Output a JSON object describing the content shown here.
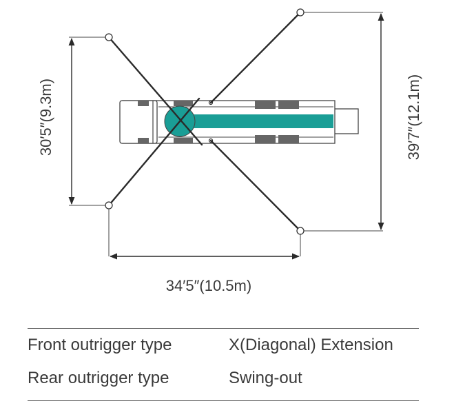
{
  "dimensions": {
    "vertical_left": "30′5″(9.3m)",
    "vertical_right": "39′7″(12.1m)",
    "horizontal": "34′5″(10.5m)"
  },
  "specs": [
    {
      "label": "Front outrigger type",
      "value": "X(Diagonal) Extension"
    },
    {
      "label": "Rear outrigger type",
      "value": "Swing-out"
    }
  ],
  "colors": {
    "boom": "#1a9e96",
    "line": "#2a2a2a",
    "pad": "#666666"
  }
}
